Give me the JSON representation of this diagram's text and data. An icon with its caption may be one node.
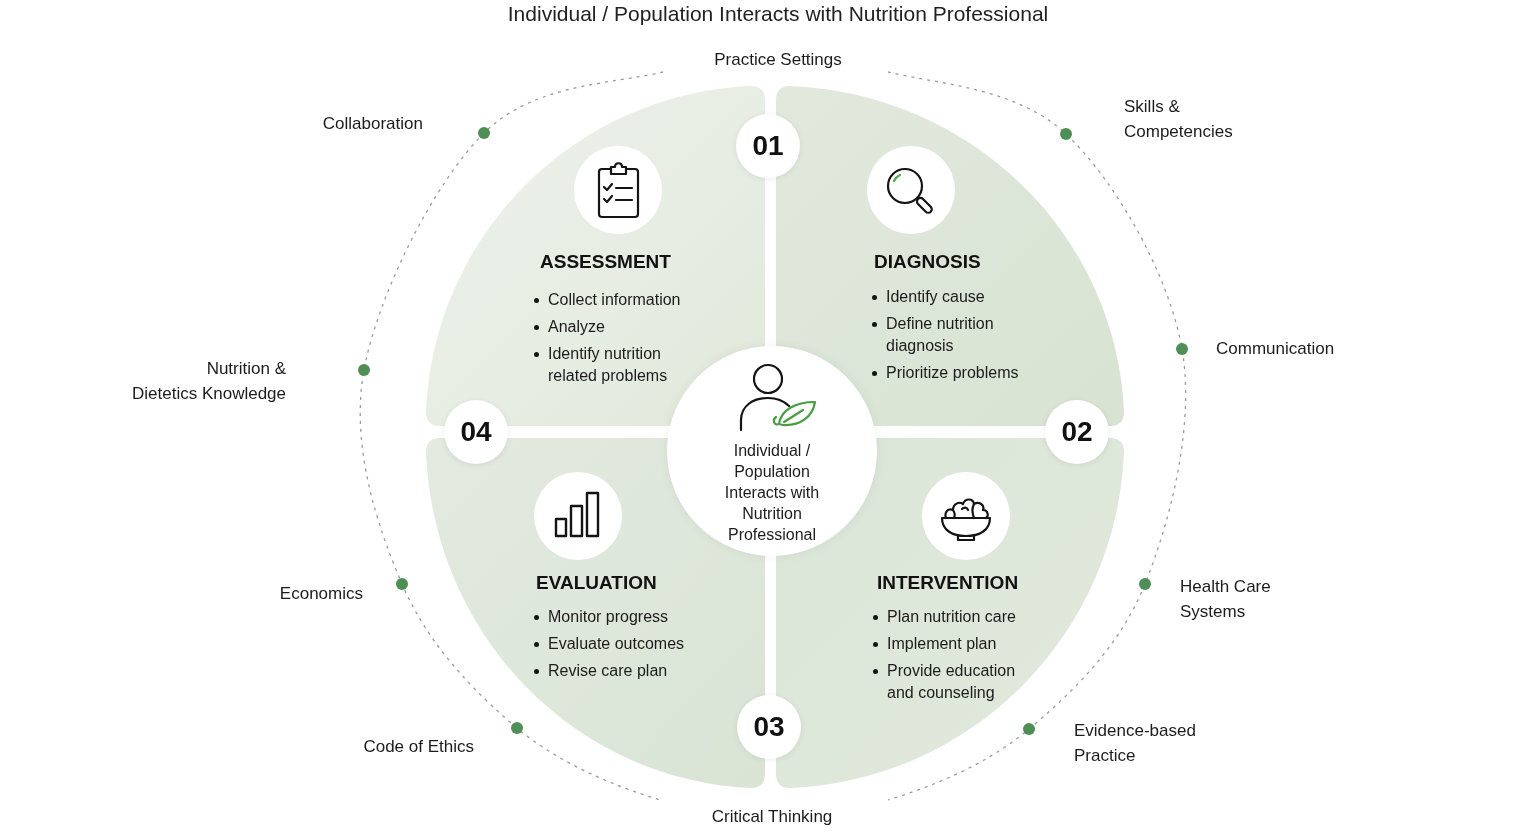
{
  "diagram": {
    "title": "Individual / Population Interacts with Nutrition Professional",
    "nodes": [
      {
        "text": [
          "01"
        ]
      },
      {
        "text": [
          "ASSESSMENT",
          "Collect information",
          "Analyze",
          "Identify nutrition related problems"
        ]
      },
      {
        "text": [
          "DIAGNOSIS",
          "Identify cause",
          "Define nutrition diagnosis",
          "Prioritize problems"
        ]
      },
      {
        "text": [
          "04"
        ]
      },
      {
        "text": [
          "Individual / Population Interacts with Nutrition Professional"
        ]
      },
      {
        "text": [
          "02"
        ]
      },
      {
        "text": [
          "EVALUATION",
          "Monitor progress",
          "Evaluate outcomes",
          "Revise care plan"
        ]
      },
      {
        "text": [
          "INTERVENTION",
          "Plan nutrition care",
          "Implement plan",
          "Provide education and counseling"
        ]
      },
      {
        "text": [
          "03"
        ]
      }
    ],
    "labels": [
      "Practice Settings",
      "Skills & Competencies",
      "Collaboration",
      "Communication",
      "Nutrition & Dietetics Knowledge",
      "Health Care Systems",
      "Economics",
      "Evidence-based Practice",
      "Code of Ethics",
      "Critical Thinking"
    ]
  }
}
